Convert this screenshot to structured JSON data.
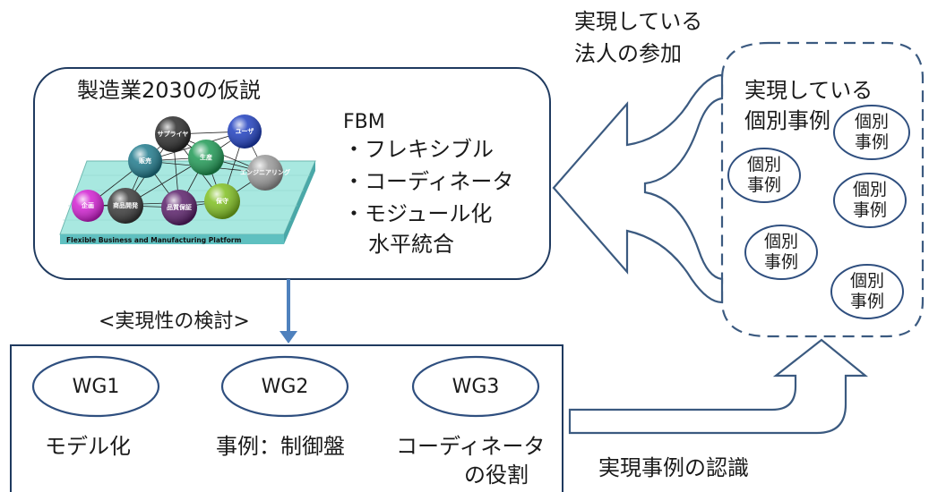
{
  "hypothesis": {
    "title": "製造業2030の仮説",
    "platform_label": "Flexible Business and Manufacturing Platform",
    "spheres": [
      {
        "id": "supplier",
        "label": "サプライヤ",
        "color": "#2a2a2a"
      },
      {
        "id": "user",
        "label": "ユーザ",
        "color": "#1f3fbf"
      },
      {
        "id": "sales",
        "label": "販売",
        "color": "#1f7a8c"
      },
      {
        "id": "production",
        "label": "生産",
        "color": "#1f9a55"
      },
      {
        "id": "engineering",
        "label": "エンジニアリング",
        "color": "#9a9a9a"
      },
      {
        "id": "planning",
        "label": "企画",
        "color": "#d21fd2"
      },
      {
        "id": "product-dev",
        "label": "商品開発",
        "color": "#3a3a3a"
      },
      {
        "id": "quality",
        "label": "品質保証",
        "color": "#5a1f6a"
      },
      {
        "id": "maintenance",
        "label": "保守",
        "color": "#7fbf1f"
      }
    ],
    "fbm_title": "FBM",
    "fbm_items": [
      "・フレキシブル",
      "・コーディネータ",
      "・モジュール化"
    ],
    "fbm_extra": "水平統合"
  },
  "feasibility_label": "<実現性の検討>",
  "working_groups": [
    {
      "id": "WG1",
      "caption": [
        "モデル化"
      ]
    },
    {
      "id": "WG2",
      "caption": [
        "事例：制御盤"
      ]
    },
    {
      "id": "WG3",
      "caption": [
        "コーディネータ",
        "の役割"
      ]
    }
  ],
  "recognition_label": "実現事例の認識",
  "participation_label": [
    "実現している",
    "法人の参加"
  ],
  "cases": {
    "title": [
      "実現している",
      "個別事例"
    ],
    "item_label": [
      "個別",
      "事例"
    ]
  },
  "colors": {
    "box_border": "#1f3a5f",
    "arrow_blue": "#4f81bd",
    "dashed_border": "#3b5a80",
    "ellipse_border": "#2f4f7f",
    "platform_top": "#a8e8e0",
    "platform_side": "#5fc0c0"
  }
}
